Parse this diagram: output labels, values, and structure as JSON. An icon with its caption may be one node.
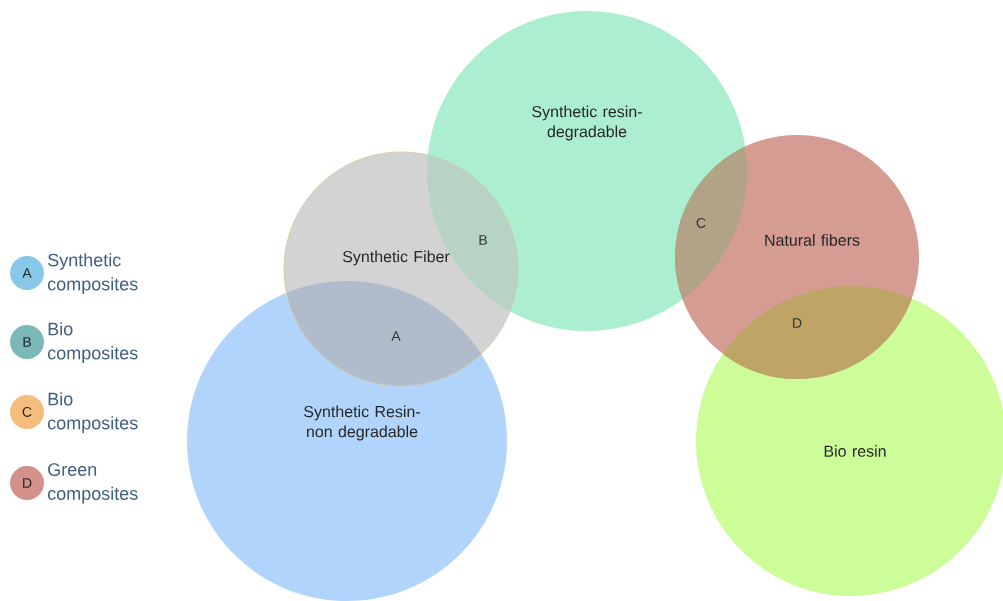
{
  "diagram": {
    "nodes": [
      {
        "text": [
          "Synthetic resin- degradable"
        ]
      },
      {
        "text": [
          "Synthetic Fiber"
        ]
      },
      {
        "text": [
          "Natural fibers"
        ]
      },
      {
        "text": [
          "Synthetic Resin- non degradable"
        ]
      },
      {
        "text": [
          "Bio resin"
        ]
      }
    ],
    "labels": [
      "B",
      "C",
      "A",
      "D",
      "A",
      "B",
      "C",
      "D"
    ],
    "legend": [
      {
        "text": "Synthetic composites",
        "color": "#87c8e8"
      },
      {
        "text": "Bio composites",
        "color": "#7bb8b8"
      },
      {
        "text": "Bio composites",
        "color": "#f4bd7c"
      },
      {
        "text": "Green composites",
        "color": "#d4908a"
      }
    ]
  }
}
